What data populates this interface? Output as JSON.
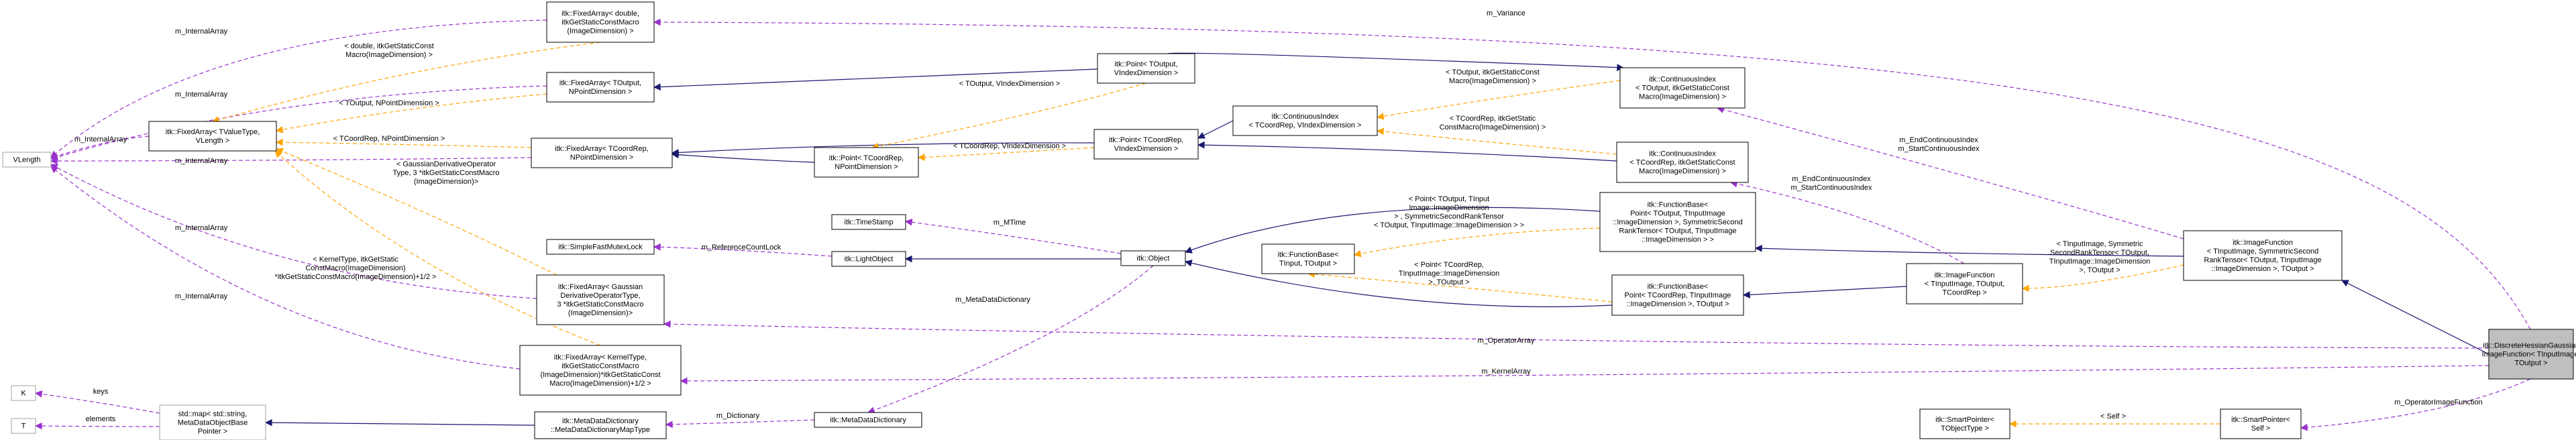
{
  "colors": {
    "inherit": "#191970",
    "use": "#9a32cd",
    "template": "#ffa500"
  },
  "nodes": [
    {
      "id": "fa_double",
      "lines": [
        "itk::FixedArray< double,",
        "itkGetStaticConstMacro",
        "(ImageDimension) >"
      ]
    },
    {
      "id": "fa_toutput",
      "lines": [
        "itk::FixedArray< TOutput,",
        "NPointDimension >"
      ]
    },
    {
      "id": "fa_tvalue",
      "lines": [
        "itk::FixedArray< TValueType,",
        "VLength >"
      ]
    },
    {
      "id": "fa_tcoord",
      "lines": [
        "itk::FixedArray< TCoordRep,",
        "NPointDimension >"
      ]
    },
    {
      "id": "vlength",
      "lines": [
        "VLength"
      ]
    },
    {
      "id": "mutexlock",
      "lines": [
        "itk::SimpleFastMutexLock"
      ]
    },
    {
      "id": "fa_gauss",
      "lines": [
        "itk::FixedArray< Gaussian",
        "DerivativeOperatorType,",
        "3 *itkGetStaticConstMacro",
        "(ImageDimension)>"
      ]
    },
    {
      "id": "fa_kernel",
      "lines": [
        "itk::FixedArray< KernelType,",
        "itkGetStaticConstMacro",
        "(ImageDimension)*itkGetStaticConst",
        "Macro(ImageDimension)+1/2 >"
      ]
    },
    {
      "id": "k",
      "lines": [
        "K"
      ]
    },
    {
      "id": "t",
      "lines": [
        "T"
      ]
    },
    {
      "id": "stdmap",
      "lines": [
        "std::map< std::string,",
        "MetaDataObjectBase",
        "Pointer >"
      ]
    },
    {
      "id": "mddmap",
      "lines": [
        "itk::MetaDataDictionary",
        "::MetaDataDictionaryMapType"
      ]
    },
    {
      "id": "point_toutput",
      "lines": [
        "itk::Point< TOutput,",
        "VIndexDimension >"
      ]
    },
    {
      "id": "point_tcoord_n",
      "lines": [
        "itk::Point< TCoordRep,",
        "NPointDimension >"
      ]
    },
    {
      "id": "point_tcoord_v",
      "lines": [
        "itk::Point< TCoordRep,",
        "VIndexDimension >"
      ]
    },
    {
      "id": "contindex_tcoord",
      "lines": [
        "itk::ContinuousIndex",
        "< TCoordRep, VIndexDimension >"
      ]
    },
    {
      "id": "timestamp",
      "lines": [
        "itk::TimeStamp"
      ]
    },
    {
      "id": "lightobject",
      "lines": [
        "itk::LightObject"
      ]
    },
    {
      "id": "object",
      "lines": [
        "itk::Object"
      ]
    },
    {
      "id": "mdd",
      "lines": [
        "itk::MetaDataDictionary"
      ]
    },
    {
      "id": "fb_tinput",
      "lines": [
        "itk::FunctionBase<",
        "TInput, TOutput >"
      ]
    },
    {
      "id": "ci_toutput",
      "lines": [
        "itk::ContinuousIndex",
        "< TOutput, itkGetStaticConst",
        "Macro(ImageDimension) >"
      ]
    },
    {
      "id": "ci_tcoord",
      "lines": [
        "itk::ContinuousIndex",
        "< TCoordRep, itkGetStaticConst",
        "Macro(ImageDimension) >"
      ]
    },
    {
      "id": "fb_point_toutput",
      "lines": [
        "itk::FunctionBase<",
        "Point< TOutput, TInputImage",
        "::ImageDimension >, SymmetricSecond",
        "RankTensor< TOutput, TInputImage",
        "::ImageDimension > >"
      ]
    },
    {
      "id": "fb_point_tcoord",
      "lines": [
        "itk::FunctionBase<",
        "Point< TCoordRep, TInputImage",
        "::ImageDimension >, TOutput >"
      ]
    },
    {
      "id": "imagefunction_tinput",
      "lines": [
        "itk::ImageFunction",
        "< TInputImage, TOutput,",
        "TCoordRep >"
      ]
    },
    {
      "id": "imagefunction_sym",
      "lines": [
        "itk::ImageFunction",
        "< TInputImage, SymmetricSecond",
        "RankTensor< TOutput, TInputImage",
        "::ImageDimension >, TOutput >"
      ]
    },
    {
      "id": "smartptr_tobject",
      "lines": [
        "itk::SmartPointer<",
        "TObjectType >"
      ]
    },
    {
      "id": "smartptr_self",
      "lines": [
        "itk::SmartPointer<",
        "Self >"
      ]
    },
    {
      "id": "main",
      "lines": [
        "itk::DiscreteHessianGaussian",
        "ImageFunction< TInputImage,",
        "TOutput >"
      ]
    }
  ],
  "edges": [
    {
      "id": "e_variance",
      "lines": [
        "m_Variance"
      ]
    },
    {
      "id": "e_ia_double",
      "lines": [
        "m_InternalArray"
      ]
    },
    {
      "id": "e_ia_toutput",
      "lines": [
        "m_InternalArray"
      ]
    },
    {
      "id": "e_ia_tvalue",
      "lines": [
        "m_InternalArray"
      ]
    },
    {
      "id": "e_ia_tcoord",
      "lines": [
        "m_InternalArray"
      ]
    },
    {
      "id": "e_ia_gauss",
      "lines": [
        "m_InternalArray"
      ]
    },
    {
      "id": "e_ia_kernel",
      "lines": [
        "m_InternalArray"
      ]
    },
    {
      "id": "e_tpl_double",
      "lines": [
        "< double, itkGetStaticConst",
        "Macro(ImageDimension) >"
      ]
    },
    {
      "id": "e_tpl_toutput_np",
      "lines": [
        "< TOutput, NPointDimension >"
      ]
    },
    {
      "id": "e_tpl_tcoord_np",
      "lines": [
        "< TCoordRep, NPointDimension >"
      ]
    },
    {
      "id": "e_tpl_gauss",
      "lines": [
        "< GaussianDerivativeOperator",
        "Type, 3 *itkGetStaticConstMacro",
        "(ImageDimension)>"
      ]
    },
    {
      "id": "e_tpl_kernel",
      "lines": [
        "< KernelType, itkGetStatic",
        "ConstMacro(ImageDimension)",
        "*itkGetStaticConstMacro(ImageDimension)+1/2 >"
      ]
    },
    {
      "id": "e_tpl_toutput_vi",
      "lines": [
        "< TOutput, VIndexDimension >"
      ]
    },
    {
      "id": "e_tpl_tcoord_vi",
      "lines": [
        "< TCoordRep, VIndexDimension >"
      ]
    },
    {
      "id": "e_tpl_ci_toutput",
      "lines": [
        "< TOutput, itkGetStaticConst",
        "Macro(ImageDimension) >"
      ]
    },
    {
      "id": "e_tpl_ci_tcoord",
      "lines": [
        "< TCoordRep, itkGetStatic",
        "ConstMacro(ImageDimension) >"
      ]
    },
    {
      "id": "e_mtime",
      "lines": [
        "m_MTime"
      ]
    },
    {
      "id": "e_refcount",
      "lines": [
        "m_ReferenceCountLock"
      ]
    },
    {
      "id": "e_mdd",
      "lines": [
        "m_MetaDataDictionary"
      ]
    },
    {
      "id": "e_dictionary",
      "lines": [
        "m_Dictionary"
      ]
    },
    {
      "id": "e_keys",
      "lines": [
        "keys"
      ]
    },
    {
      "id": "e_elements",
      "lines": [
        "elements"
      ]
    },
    {
      "id": "e_tpl_fb_point_toutput",
      "lines": [
        "< Point< TOutput, TInput",
        "Image::ImageDimension",
        "> , SymmetricSecondRankTensor",
        "< TOutput, TInputImage::ImageDimension > >"
      ]
    },
    {
      "id": "e_tpl_fb_point_tcoord",
      "lines": [
        "< Point< TCoordRep,",
        "TInputImage::ImageDimension",
        ">, TOutput >"
      ]
    },
    {
      "id": "e_endcont_top",
      "lines": [
        "m_EndContinuousIndex",
        "m_StartContinuousIndex"
      ]
    },
    {
      "id": "e_endcont_mid",
      "lines": [
        "m_EndContinuousIndex",
        "m_StartContinuousIndex"
      ]
    },
    {
      "id": "e_tpl_imagefunction",
      "lines": [
        "< TInputImage, Symmetric",
        "SecondRankTensor< TOutput,",
        "TInputImage::ImageDimension",
        ">, TOutput >"
      ]
    },
    {
      "id": "e_operatorarray",
      "lines": [
        "m_OperatorArray"
      ]
    },
    {
      "id": "e_kernelarray",
      "lines": [
        "m_KernelArray"
      ]
    },
    {
      "id": "e_self",
      "lines": [
        "< Self >"
      ]
    },
    {
      "id": "e_opimagefunction",
      "lines": [
        "m_OperatorImageFunction"
      ]
    }
  ]
}
